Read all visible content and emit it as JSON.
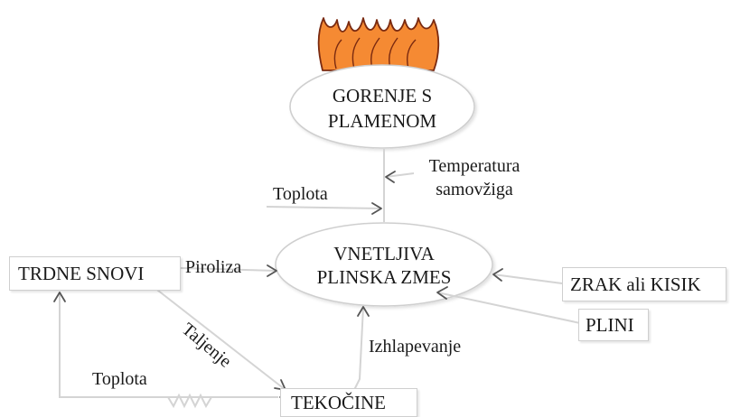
{
  "nodes": {
    "gorenje": "GORENJE S PLAMENOM",
    "gorenje_line1": "GORENJE S",
    "gorenje_line2": "PLAMENOM",
    "vnetljiva_line1": "VNETLJIVA",
    "vnetljiva_line2": "PLINSKA ZMES",
    "trdne": "TRDNE SNOVI",
    "tekocine": "TEKOČINE",
    "zrak": "ZRAK ali KISIK",
    "plini": "PLINI"
  },
  "labels": {
    "temperatura_line1": "Temperatura",
    "temperatura_line2": "samovžiga",
    "toplota_top": "Toplota",
    "piroliza": "Piroliza",
    "taljenje": "Taljenje",
    "izhlapevanje": "Izhlapevanje",
    "toplota_bottom": "Toplota"
  },
  "icons": {
    "flame": "flame-icon"
  },
  "colors": {
    "flame_fill": "#f58a33",
    "flame_stroke": "#7a2a10",
    "connector": "#d4d4d4",
    "arrowhead": "#555555"
  }
}
